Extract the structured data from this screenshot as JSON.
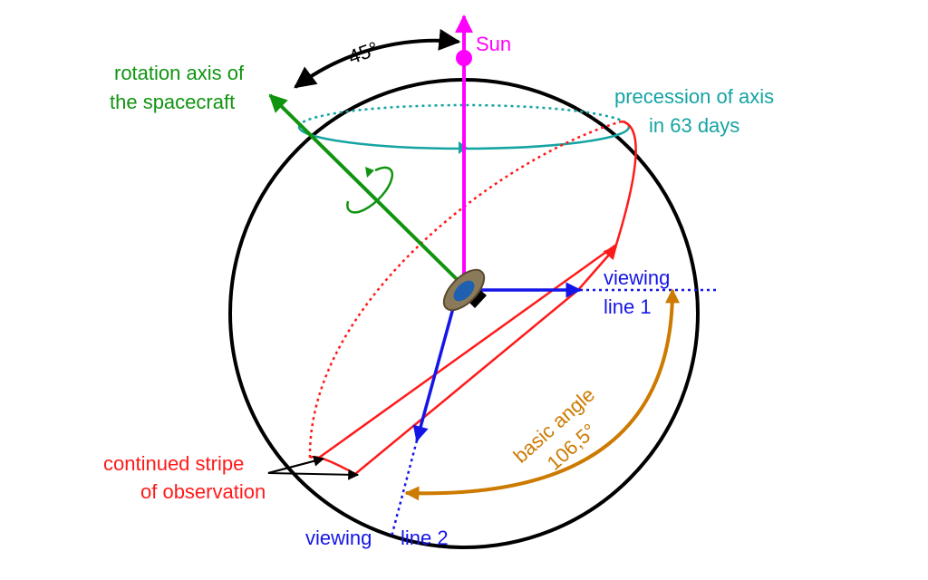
{
  "labels": {
    "sun": "Sun",
    "angle_45": "45°",
    "rotation_axis_line1": "rotation axis of",
    "rotation_axis_line2": "the spacecraft",
    "precession_line1": "precession of axis",
    "precession_line2": "in 63 days",
    "viewing_line1_a": "viewing",
    "viewing_line1_b": "line 1",
    "basic_angle_line1": "basic angle",
    "basic_angle_line2": "106,5°",
    "continued_stripe_line1": "continued stripe",
    "continued_stripe_line2": "of observation",
    "viewing_line2_a": "viewing",
    "viewing_line2_b": "line 2"
  },
  "colors": {
    "sun": "#ff00ff",
    "rotation_axis": "#109410",
    "precession": "#16a3a3",
    "viewing": "#1515e8",
    "stripe": "#ff1a1a",
    "basic_angle": "#cc7a00",
    "outline": "#000000",
    "spacecraft_body": "#7a6a4a",
    "spacecraft_dish": "#2060b0"
  },
  "icons": {
    "spacecraft": "spacecraft-icon",
    "rotation": "rotation-arrow-icon"
  }
}
